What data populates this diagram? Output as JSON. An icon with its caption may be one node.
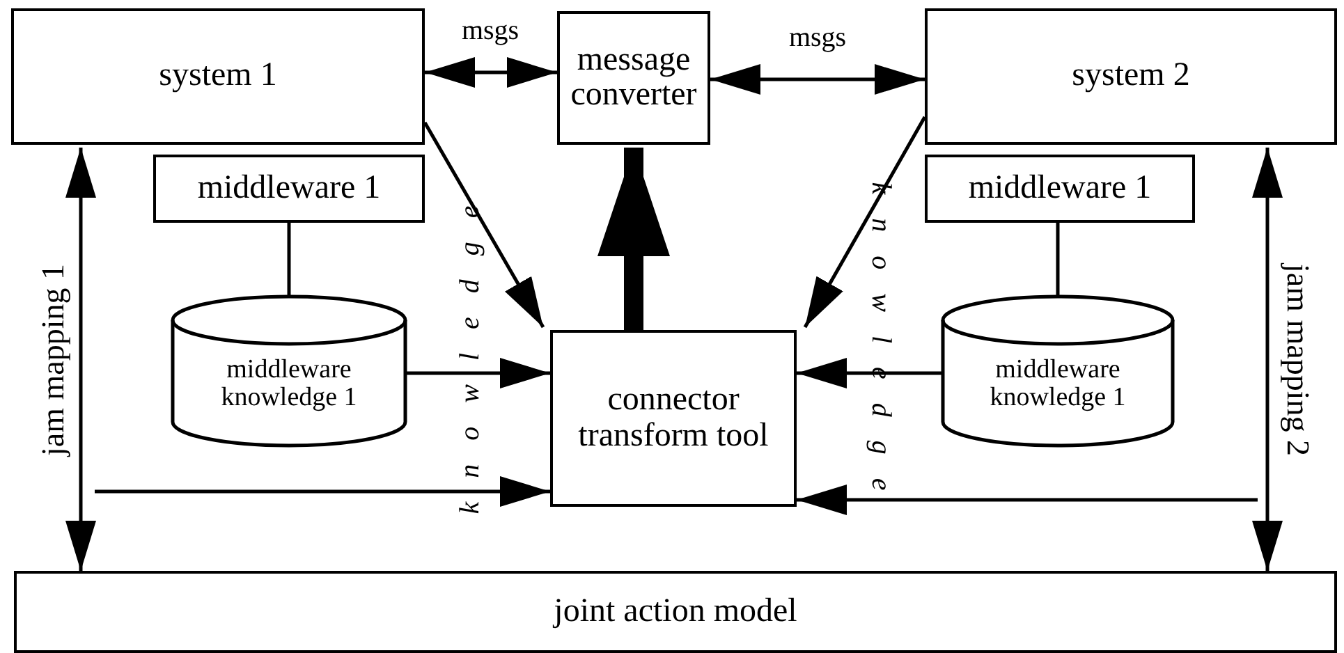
{
  "diagram": {
    "nodes": [
      {
        "text": [
          "system 1"
        ]
      },
      {
        "text": [
          "message converter"
        ]
      },
      {
        "text": [
          "system 2"
        ]
      },
      {
        "text": [
          "middleware 1"
        ]
      },
      {
        "text": [
          "middleware knowledge 1"
        ]
      },
      {
        "text": [
          "connector transform tool"
        ]
      },
      {
        "text": [
          "middleware 1"
        ]
      },
      {
        "text": [
          "middleware knowledge 1"
        ]
      },
      {
        "text": [
          "joint action model"
        ]
      }
    ],
    "edges": [
      {
        "from": 0,
        "to": 1,
        "arrow": "both",
        "label": "msgs"
      },
      {
        "from": 1,
        "to": 2,
        "arrow": "both",
        "label": "msgs"
      },
      {
        "from": 0,
        "to": 5,
        "arrow": "to"
      },
      {
        "from": 2,
        "to": 5,
        "arrow": "to"
      },
      {
        "from": 5,
        "to": 1,
        "arrow": "to",
        "style": "thick"
      },
      {
        "from": 3,
        "to": 4,
        "arrow": "none"
      },
      {
        "from": 4,
        "to": 5,
        "arrow": "to"
      },
      {
        "from": 6,
        "to": 7,
        "arrow": "none"
      },
      {
        "from": 7,
        "to": 5,
        "arrow": "to"
      },
      {
        "from": null,
        "to": 5,
        "arrow": "to"
      },
      {
        "from": null,
        "to": 5,
        "arrow": "to"
      },
      {
        "from": 0,
        "to": 8,
        "arrow": "both",
        "label": "jam mapping 1"
      },
      {
        "from": 2,
        "to": 8,
        "arrow": "both",
        "label": "jam mapping 2"
      }
    ],
    "labels": [
      "knowledge",
      "knowledge"
    ]
  }
}
